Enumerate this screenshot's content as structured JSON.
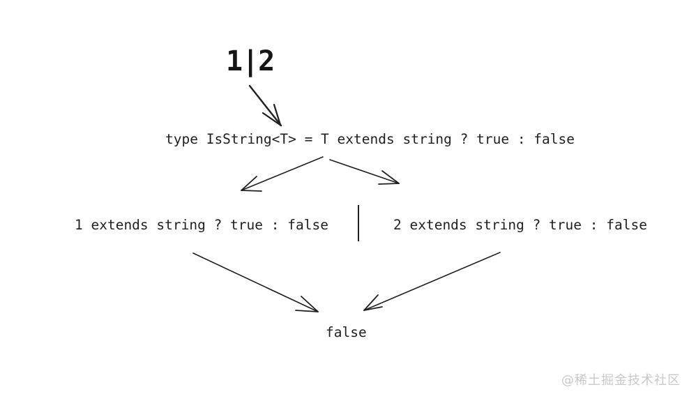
{
  "diagram": {
    "union_label": "1|2",
    "type_definition": "type IsString<T> = T extends string ? true : false",
    "left_branch": "1 extends string ? true : false",
    "right_branch": "2 extends string ? true : false",
    "result": "false"
  },
  "watermark": "@稀土掘金技术社区",
  "colors": {
    "ink": "#1f1f1f",
    "watermark": "#c8c8c8",
    "background": "#ffffff"
  }
}
